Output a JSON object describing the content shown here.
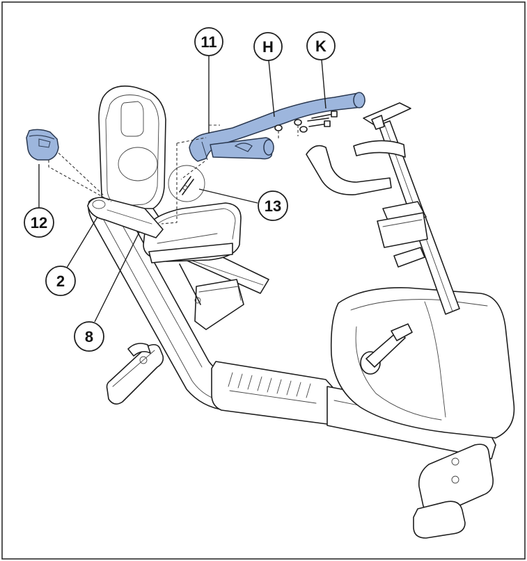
{
  "colors": {
    "highlight": "#9db6dd",
    "line": "#1e1e1e",
    "background": "#ffffff"
  },
  "callouts": [
    {
      "id": "11",
      "label": "11"
    },
    {
      "id": "H",
      "label": "H"
    },
    {
      "id": "K",
      "label": "K"
    },
    {
      "id": "12",
      "label": "12"
    },
    {
      "id": "13",
      "label": "13"
    },
    {
      "id": "2",
      "label": "2"
    },
    {
      "id": "8",
      "label": "8"
    }
  ],
  "highlighted_parts": [
    "handlebar-part-11",
    "cover-part-12"
  ]
}
